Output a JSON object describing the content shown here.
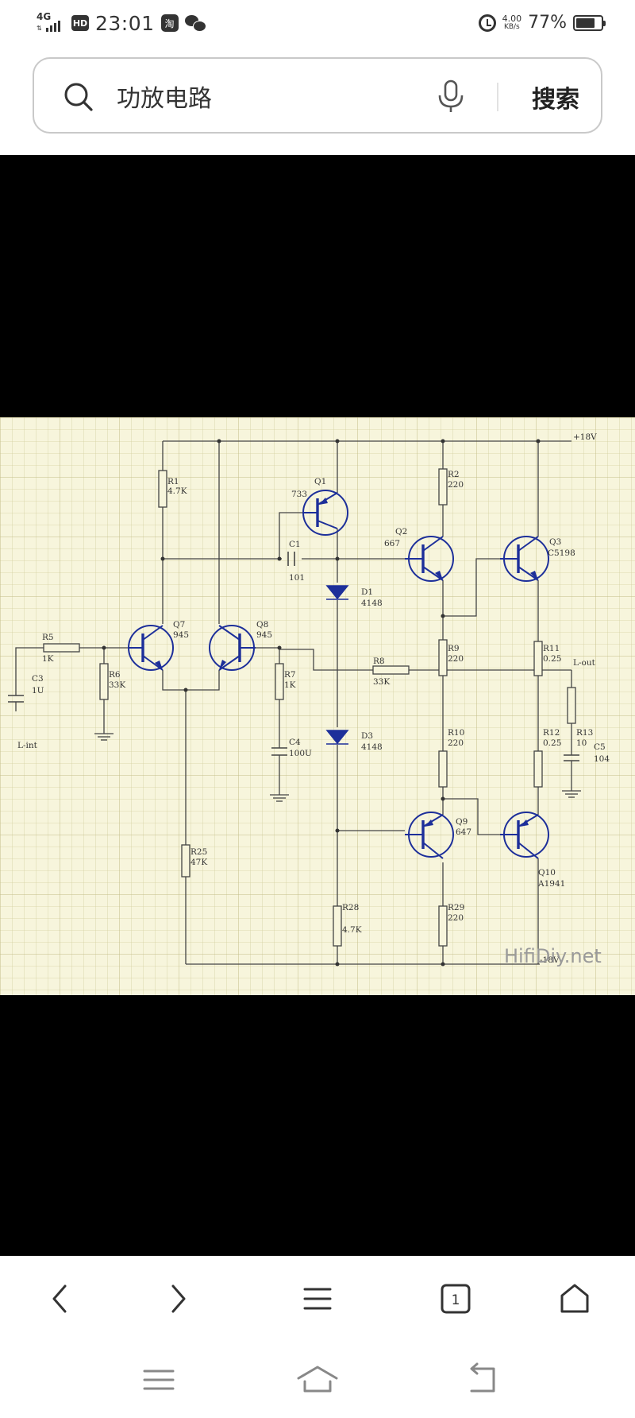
{
  "status_bar": {
    "network_type": "4G",
    "hd_label": "HD",
    "time": "23:01",
    "app_badge": "淘",
    "speed_value": "4.00",
    "speed_unit": "KB/s",
    "battery_percent": "77%",
    "battery_level": 0.77,
    "icons": [
      "signal-icon",
      "hd-icon",
      "taobao-icon",
      "wechat-icon",
      "alarm-icon",
      "battery-icon"
    ]
  },
  "search": {
    "query": "功放电路",
    "button_label": "搜索",
    "icons": [
      "search-icon",
      "microphone-icon"
    ]
  },
  "schematic": {
    "supply_positive": "+18V",
    "supply_negative": "-18V",
    "input_label": "L-int",
    "output_label": "L-out",
    "watermark": "HifiDiy.net",
    "components": {
      "R1": "R1",
      "R1_value": "4.7K",
      "R2": "R2",
      "R2_value": "220",
      "R5": "R5",
      "R5_value": "1K",
      "R6": "R6",
      "R6_value": "33K",
      "R7": "R7",
      "R7_value": "1K",
      "R8": "R8",
      "R8_value": "33K",
      "R9": "R9",
      "R9_value": "220",
      "R10": "R10",
      "R10_value": "220",
      "R11": "R11",
      "R11_value": "0.25",
      "R12": "R12",
      "R12_value": "0.25",
      "R13": "R13",
      "R13_value": "10",
      "R25": "R25",
      "R25_value": "47K",
      "R28": "R28",
      "R28_value": "4.7K",
      "R29": "R29",
      "R29_value": "220",
      "C1": "C1",
      "C1_value": "101",
      "C3": "C3",
      "C3_value": "1U",
      "C4": "C4",
      "C4_value": "100U",
      "C5": "C5",
      "C5_value": "104",
      "D1": "D1",
      "D1_value": "4148",
      "D3": "D3",
      "D3_value": "4148",
      "Q1": "Q1",
      "Q1_value": "733",
      "Q2": "Q2",
      "Q2_value": "667",
      "Q3": "Q3",
      "Q3_value": "C5198",
      "Q7": "Q7",
      "Q7_value": "945",
      "Q8": "Q8",
      "Q8_value": "945",
      "Q9": "Q9",
      "Q9_value": "647",
      "Q10": "Q10",
      "Q10_value": "A1941"
    }
  },
  "toolbar": {
    "tab_count": "1",
    "buttons": [
      "back-icon",
      "forward-icon",
      "menu-icon",
      "tabs-icon",
      "home-icon"
    ]
  },
  "system_nav": {
    "buttons": [
      "recent-apps-icon",
      "home-icon",
      "back-icon"
    ]
  }
}
